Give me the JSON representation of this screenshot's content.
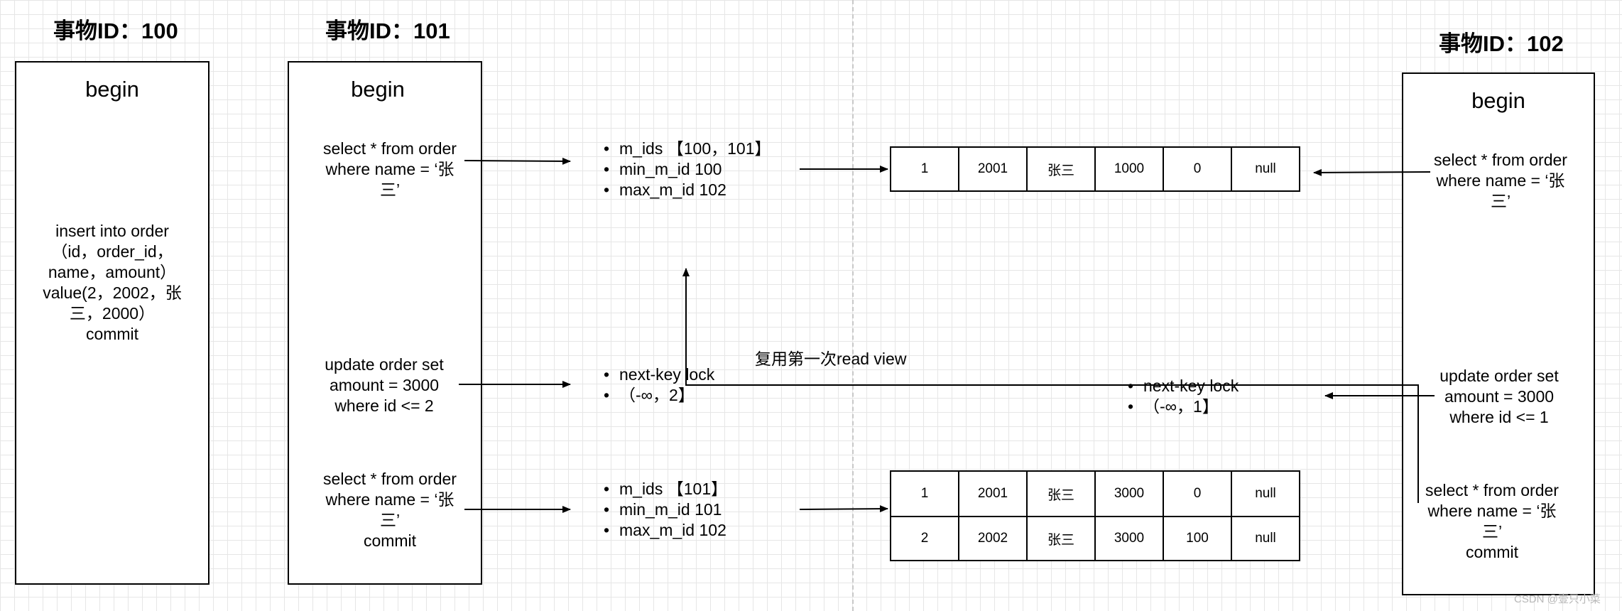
{
  "transactions": {
    "t100": {
      "title": "事物ID：100",
      "begin": "begin",
      "insert_lines": [
        "insert into order",
        "（id，order_id，",
        "name，amount）",
        "value(2，2002，张",
        "三，2000）",
        "commit"
      ]
    },
    "t101": {
      "title": "事物ID：101",
      "begin": "begin",
      "select1_lines": [
        "select * from order",
        "where name = ‘张",
        "三’"
      ],
      "update_lines": [
        "update order set",
        "amount = 3000",
        "where id <= 2"
      ],
      "select2_lines": [
        "select * from order",
        "where name = ‘张",
        "三’",
        "commit"
      ]
    },
    "t102": {
      "title": "事物ID：102",
      "begin": "begin",
      "select1_lines": [
        "select * from order",
        "where name = ‘张",
        "三’"
      ],
      "update_lines": [
        "update order set",
        "amount = 3000",
        "where id <= 1"
      ],
      "select2_lines": [
        "select * from order",
        "where name = ‘张",
        "三’",
        "commit"
      ]
    }
  },
  "read_view_1": [
    "m_ids 【100，101】",
    "min_m_id 100",
    "max_m_id 102"
  ],
  "read_view_2": [
    "m_ids 【101】",
    "min_m_id 101",
    "max_m_id 102"
  ],
  "lock_101": [
    "next-key lock",
    "（-∞，2】"
  ],
  "lock_102": [
    "next-key lock",
    "（-∞，1】"
  ],
  "reuse_note": "复用第一次read view",
  "table_top": [
    [
      "1",
      "2001",
      "张三",
      "1000",
      "0",
      "null"
    ]
  ],
  "table_bottom": [
    [
      "1",
      "2001",
      "张三",
      "3000",
      "0",
      "null"
    ],
    [
      "2",
      "2002",
      "张三",
      "3000",
      "100",
      "null"
    ]
  ],
  "watermark": "CSDN @壹只小菜"
}
